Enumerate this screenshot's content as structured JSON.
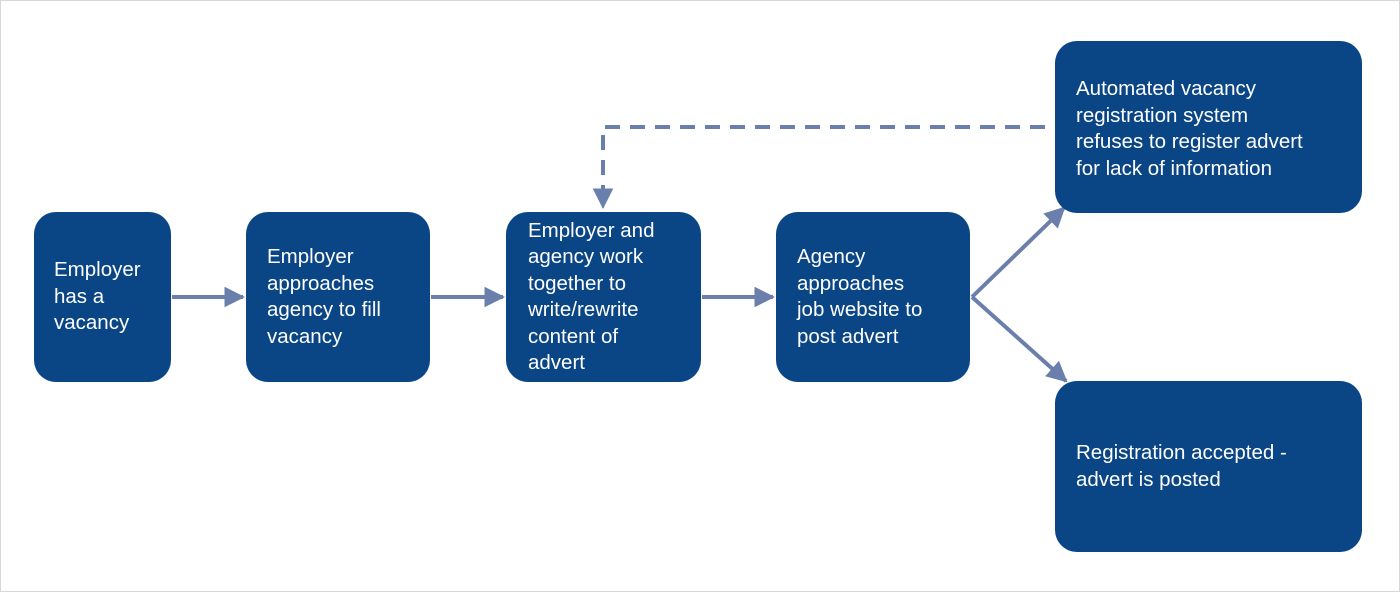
{
  "diagram": {
    "colors": {
      "box_fill": "#0a4585",
      "box_text": "#ffffff",
      "connector": "#6a7fab"
    },
    "nodes": [
      {
        "id": "vacancy",
        "label": "Employer\nhas a\nvacancy"
      },
      {
        "id": "agency",
        "label": "Employer\napproaches\nagency to fill\nvacancy"
      },
      {
        "id": "write",
        "label": "Employer and\nagency work\ntogether to\nwrite/rewrite\ncontent of\nadvert"
      },
      {
        "id": "website",
        "label": "Agency\napproaches\njob website to\npost advert"
      },
      {
        "id": "refused",
        "label": "Automated vacancy\nregistration system\nrefuses to register advert\nfor lack of information"
      },
      {
        "id": "accepted",
        "label": "Registration accepted -\nadvert is posted"
      }
    ],
    "edges": [
      {
        "from": "vacancy",
        "to": "agency",
        "style": "solid"
      },
      {
        "from": "agency",
        "to": "write",
        "style": "solid"
      },
      {
        "from": "write",
        "to": "website",
        "style": "solid"
      },
      {
        "from": "website",
        "to": "refused",
        "style": "solid"
      },
      {
        "from": "website",
        "to": "accepted",
        "style": "solid"
      },
      {
        "from": "refused",
        "to": "write",
        "style": "dashed"
      }
    ]
  }
}
